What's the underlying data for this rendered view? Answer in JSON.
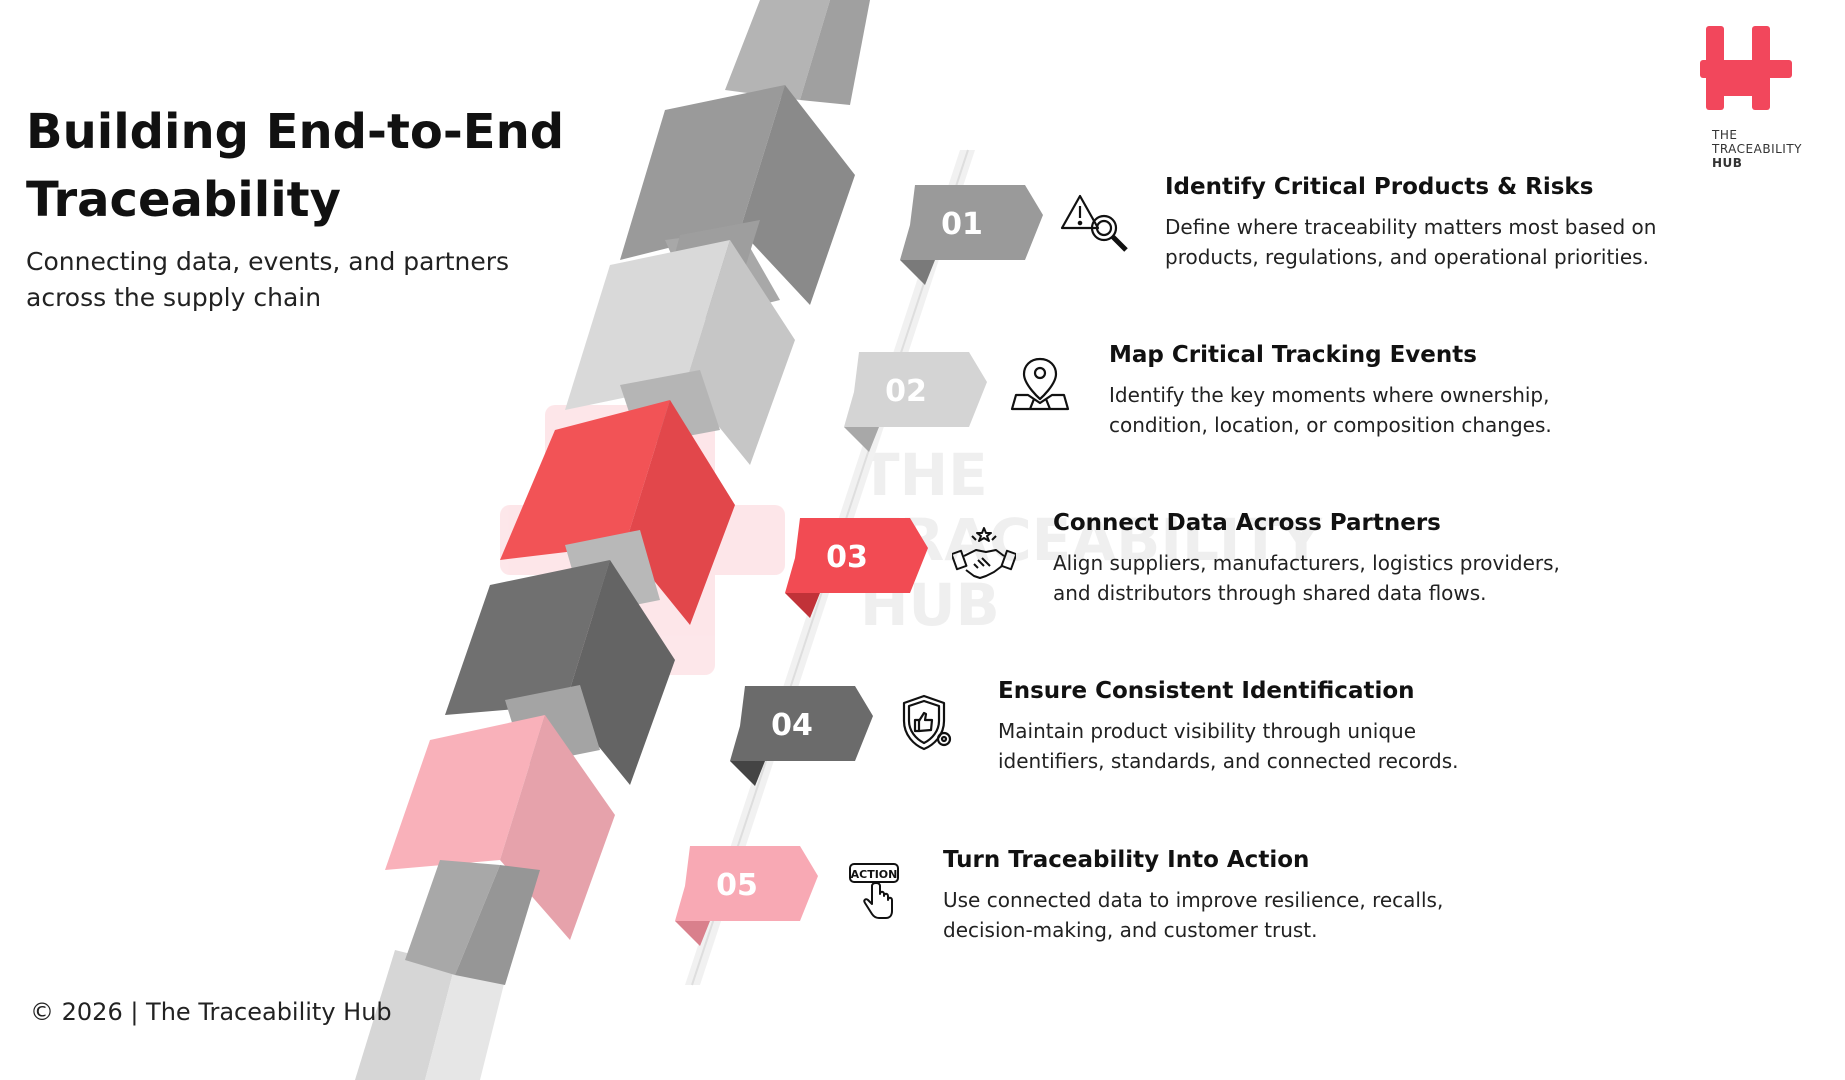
{
  "title": "Building End-to-End Traceability",
  "subtitle": "Connecting data, events, and partners across the supply chain",
  "copyright": "© 2026 | The Traceability Hub",
  "logo": {
    "line1": "THE",
    "line2": "TRACEABILITY",
    "line3": "HUB",
    "color": "#f2475c"
  },
  "watermark": {
    "line1": "THE",
    "line2": "TRACEABILITY",
    "line3": "HUB"
  },
  "steps": [
    {
      "number": "01",
      "title": "Identify Critical Products & Risks",
      "description": "Define where traceability matters most based on products, regulations, and operational priorities.",
      "icon": "warning-search-icon",
      "color": "#9a9a9a"
    },
    {
      "number": "02",
      "title": "Map Critical Tracking Events",
      "description": "Identify the key moments where ownership, condition, location, or composition changes.",
      "icon": "map-pin-icon",
      "color": "#d4d4d4"
    },
    {
      "number": "03",
      "title": "Connect Data Across Partners",
      "description": "Align suppliers, manufacturers, logistics providers, and distributors through shared data flows.",
      "icon": "handshake-icon",
      "color": "#f24b53"
    },
    {
      "number": "04",
      "title": "Ensure Consistent Identification",
      "description": "Maintain product visibility through unique identifiers, standards, and connected records.",
      "icon": "shield-thumbs-up-icon",
      "color": "#6b6b6b"
    },
    {
      "number": "05",
      "title": "Turn Traceability Into Action",
      "description": "Use connected data to improve resilience, recalls, decision-making, and customer trust.",
      "icon": "action-click-icon",
      "color": "#f8a9b4"
    }
  ]
}
